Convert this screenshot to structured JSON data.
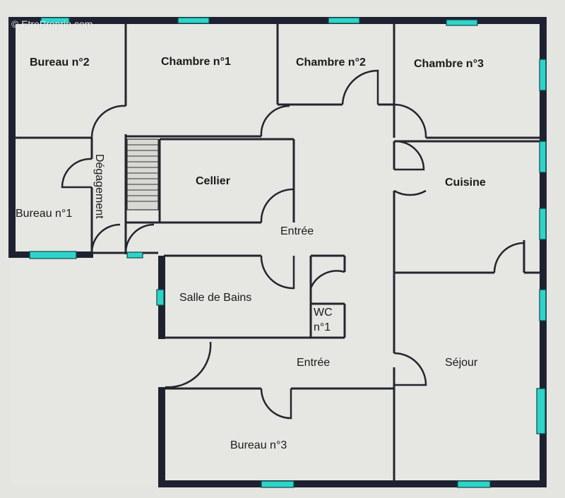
{
  "watermark": "© EtreProprio.com",
  "rooms": {
    "bureau2": "Bureau n°2",
    "chambre1": "Chambre n°1",
    "chambre2": "Chambre n°2",
    "chambre3": "Chambre n°3",
    "cellier": "Cellier",
    "cuisine": "Cuisine",
    "bureau1": "Bureau n°1",
    "degagement": "Dégagement",
    "entree_top": "Entrée",
    "salle_de_bains": "Salle de Bains",
    "wc_line1": "WC",
    "wc_line2": "n°1",
    "entree_bottom": "Entrée",
    "sejour": "Séjour",
    "bureau3": "Bureau n°3"
  },
  "colors": {
    "background": "#e4e5e1",
    "walls": "#1e2230",
    "windows": "#2fd3c9"
  }
}
